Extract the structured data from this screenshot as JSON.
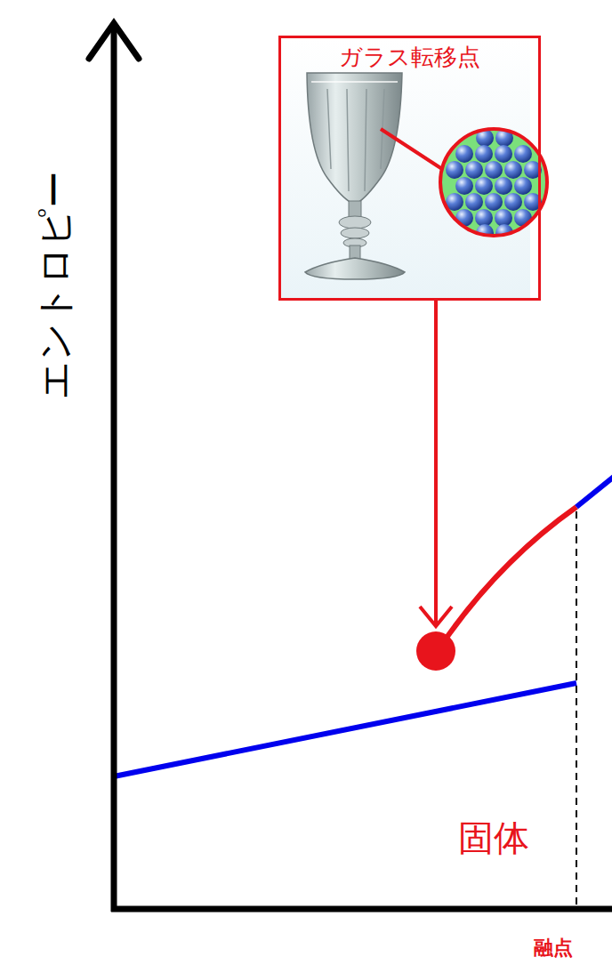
{
  "diagram": {
    "nodes": [
      {
        "text": [
          "ガラス転移点"
        ]
      }
    ],
    "labels": [
      "エントロピー",
      "固体",
      "融点"
    ]
  }
}
